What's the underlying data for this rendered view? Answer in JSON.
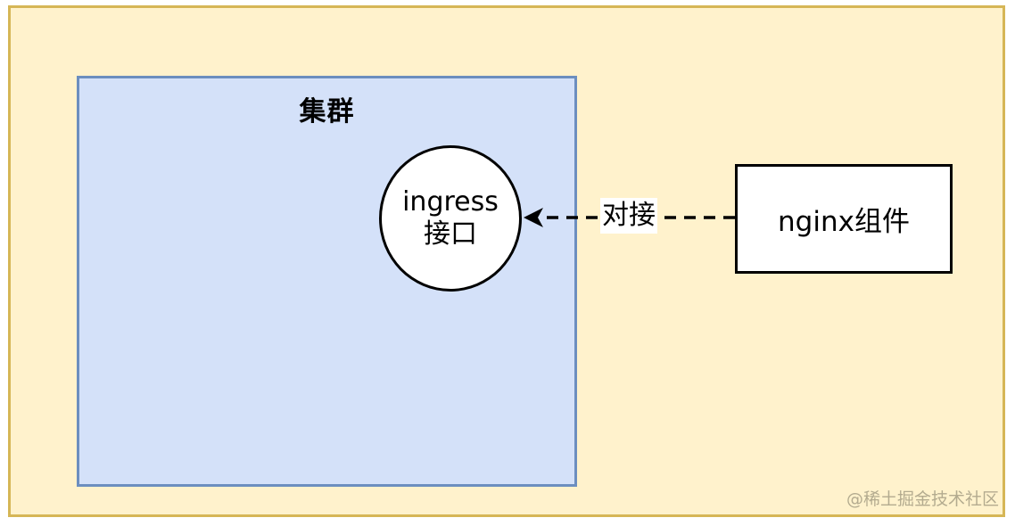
{
  "diagram": {
    "cluster_label": "集群",
    "ingress_line1": "ingress",
    "ingress_line2": "接口",
    "nginx_label": "nginx组件",
    "edge_label": "对接",
    "watermark": "@稀土掘金技术社区"
  },
  "colors": {
    "outer_fill": "#fff2cc",
    "outer_stroke": "#d6b656",
    "cluster_fill": "#d4e1f9",
    "cluster_stroke": "#6c8ebf",
    "node_fill": "#ffffff",
    "stroke": "#000000"
  }
}
